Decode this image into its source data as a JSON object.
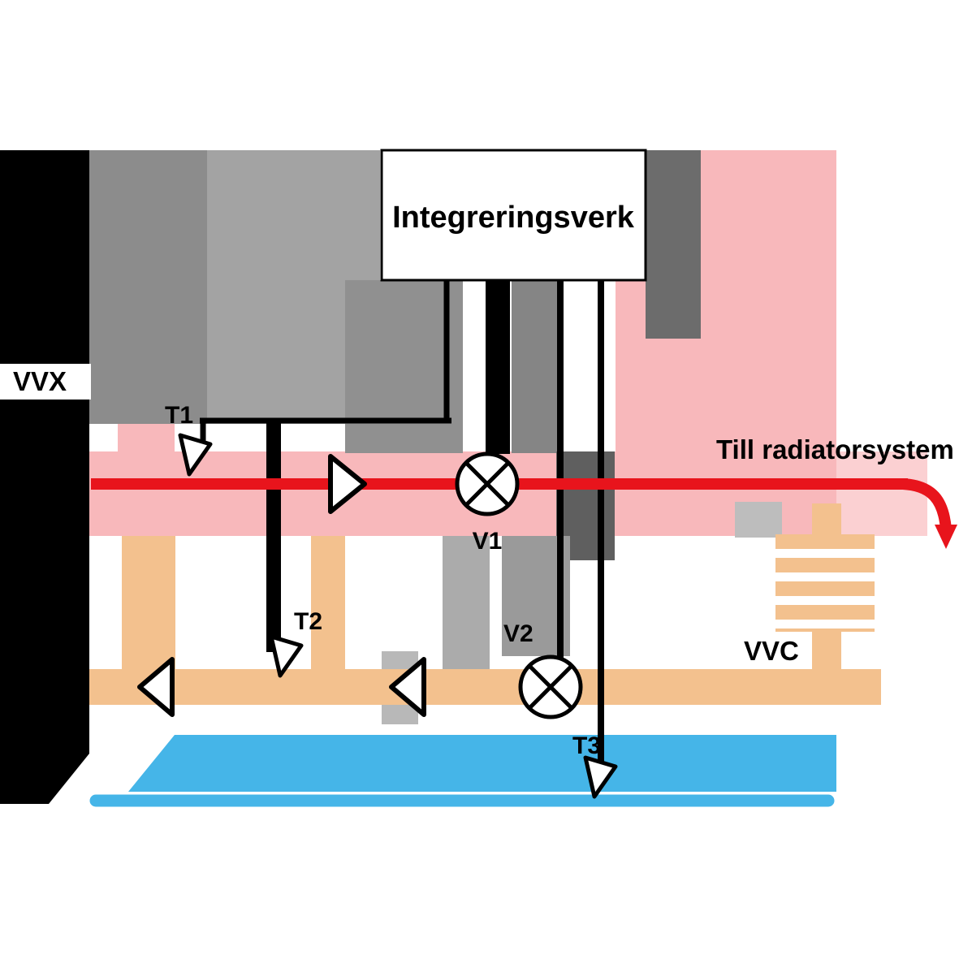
{
  "diagram": {
    "title": "Integreringsverk",
    "labels": {
      "vvx": "VVX",
      "vvc": "VVC",
      "to_radiators": "Till radiatorsystem",
      "t1": "T1",
      "t2": "T2",
      "t3": "T3",
      "v1": "V1",
      "v2": "V2"
    },
    "colors": {
      "supply_red": "#e8141c",
      "pink": "#f8b8bb",
      "pink_light": "#fbd0d2",
      "circulation_orange": "#f3c18e",
      "cold_water_blue": "#45b5e8",
      "shadow_gray": "#9c9c9c",
      "line_black": "#000000",
      "symbol_white": "#ffffff"
    }
  }
}
